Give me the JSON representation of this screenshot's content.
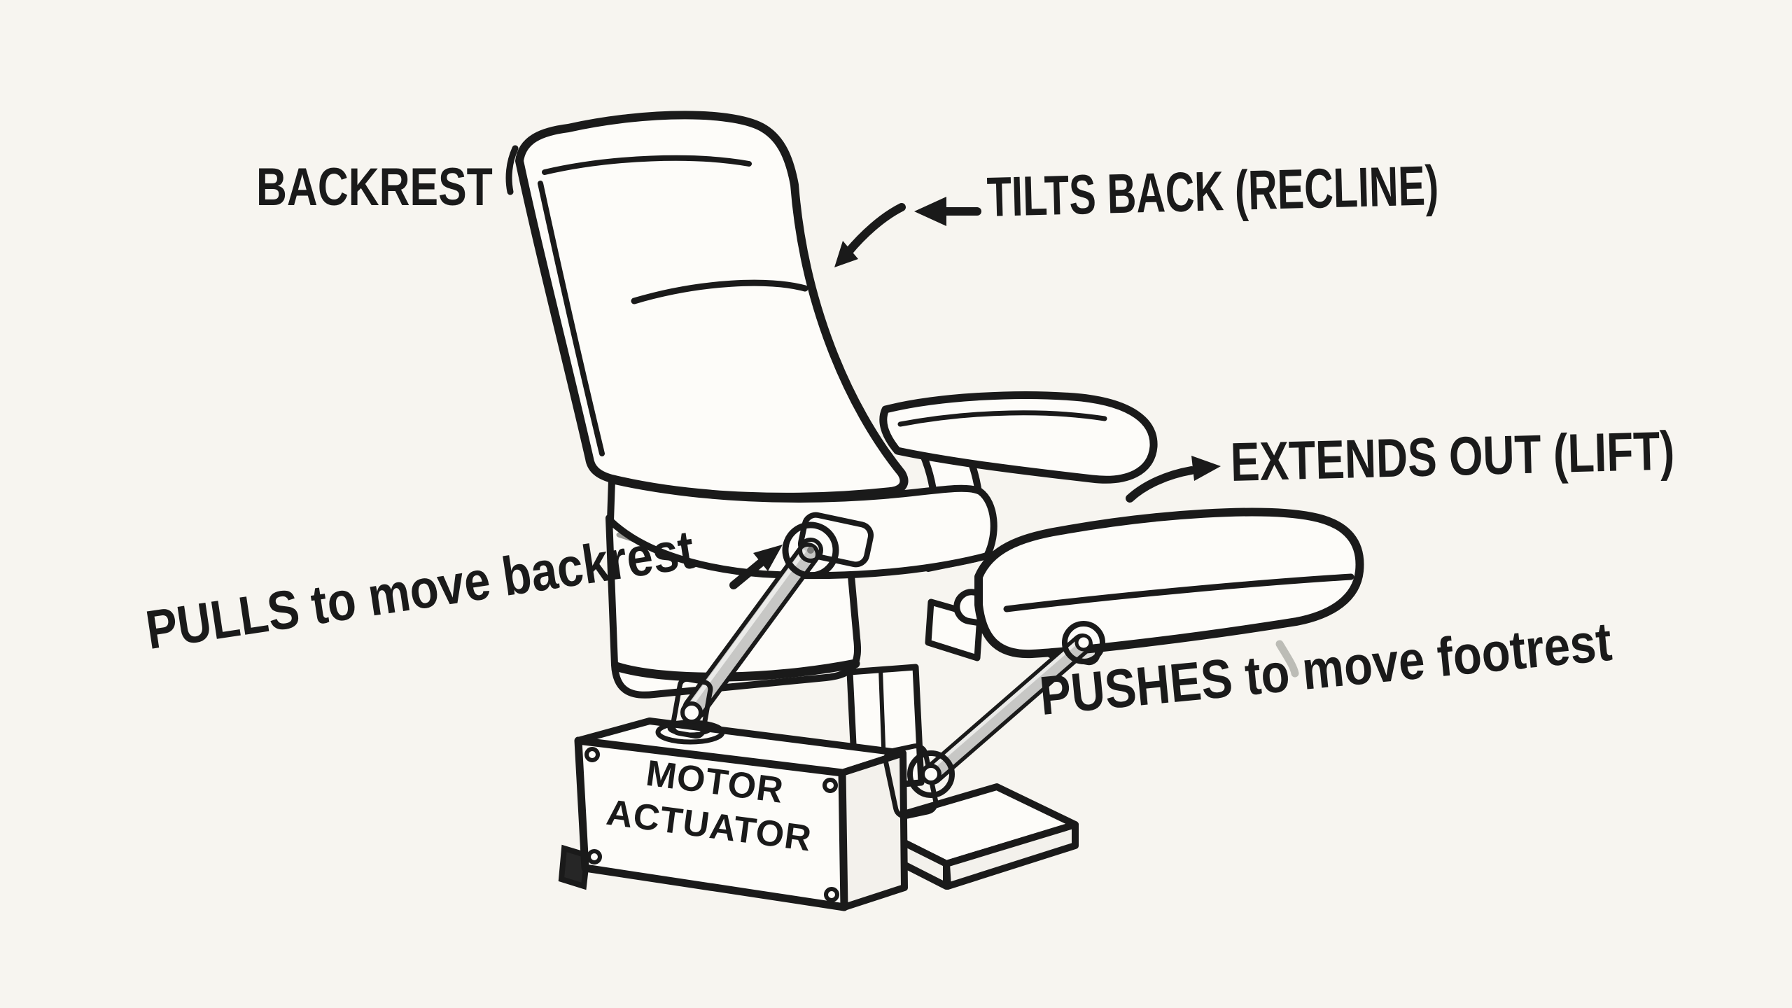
{
  "canvas": {
    "background_color": "#f7f5f0",
    "ink_color": "#1a1a1a",
    "rod_color": "#c7c7c5",
    "joint_color": "#e8e8e6"
  },
  "labels": {
    "backrest": "BACKREST",
    "recline": "TILTS BACK (RECLINE)",
    "lift": "EXTENDS OUT (LIFT)",
    "pull_action": "PULLS to move backrest",
    "push_action": "PUSHES to move footrest",
    "motor_line1": "MOTOR",
    "motor_line2": "ACTUATOR"
  },
  "arrows": {
    "recline_pointer": "left arrow beside TILTS BACK label",
    "recline_curve": "curved arrow pointing down-left at backrest",
    "lift_curve": "curved arrow pointing right at footrest",
    "pull_pointer": "arrow pointing up-right at pull-rod pivot"
  }
}
